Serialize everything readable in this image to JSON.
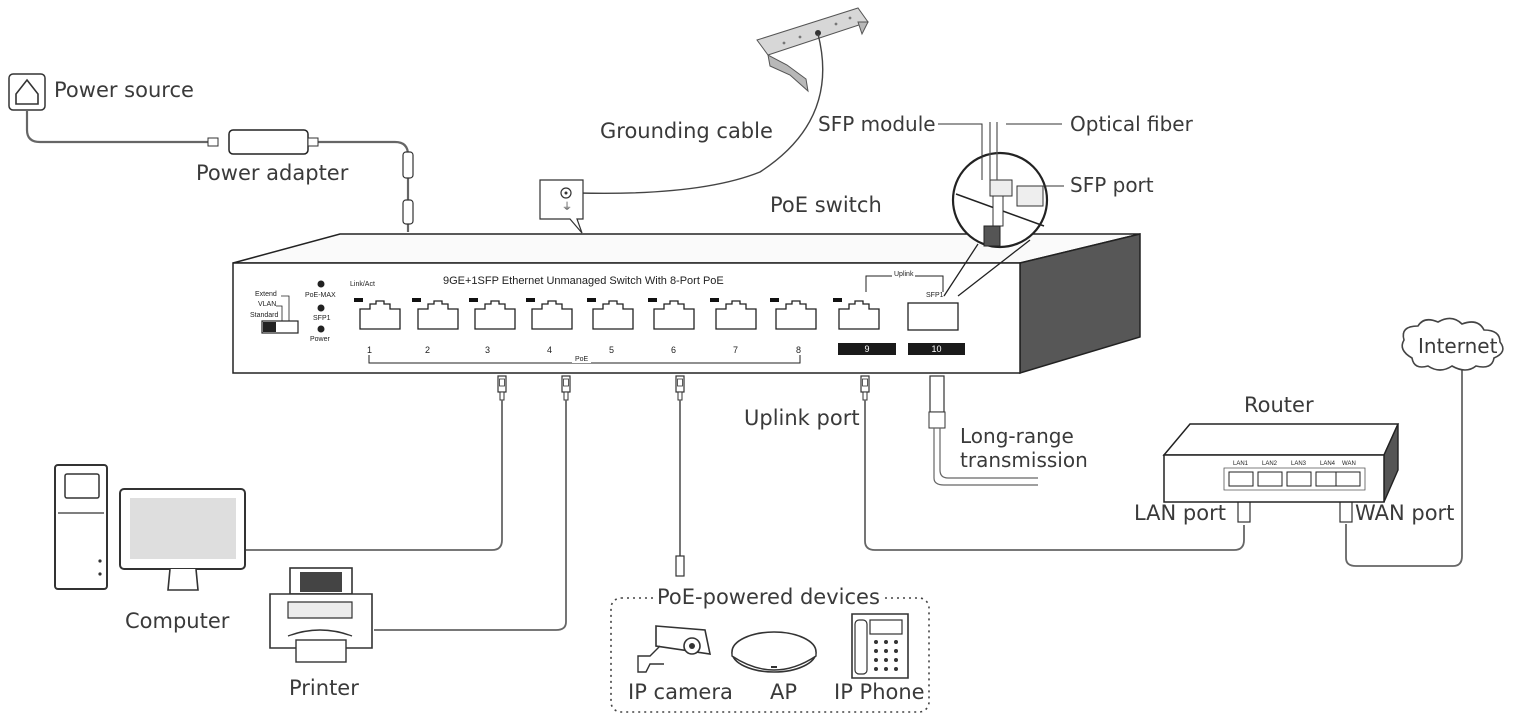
{
  "labels": {
    "power_source": "Power source",
    "power_adapter": "Power adapter",
    "grounding_cable": "Grounding cable",
    "sfp_module": "SFP module",
    "optical_fiber": "Optical fiber",
    "sfp_port": "SFP port",
    "poe_switch": "PoE switch",
    "uplink_port": "Uplink port",
    "long_range_1": "Long-range",
    "long_range_2": "transmission",
    "router": "Router",
    "internet": "Internet",
    "lan_port": "LAN port",
    "wan_port": "WAN port",
    "computer": "Computer",
    "printer": "Printer",
    "poe_devices": "PoE-powered devices",
    "ip_camera": "IP camera",
    "ap": "AP",
    "ip_phone": "IP Phone"
  },
  "switch_panel": {
    "title": "9GE+1SFP Ethernet Unmanaged Switch With 8-Port PoE",
    "link_act": "Link/Act",
    "mode_extend": "Extend",
    "mode_vlan": "VLAN",
    "mode_standard": "Standard",
    "led_poe_max": "PoE-MAX",
    "led_sfp1": "SFP1",
    "led_power": "Power",
    "uplink": "Uplink",
    "sfp1": "SFP1",
    "poe_bracket": "PoE",
    "port_numbers": [
      "1",
      "2",
      "3",
      "4",
      "5",
      "6",
      "7",
      "8"
    ],
    "port9": "9",
    "port10": "10"
  },
  "router_ports": [
    "LAN1",
    "LAN2",
    "LAN3",
    "LAN4",
    "WAN"
  ]
}
